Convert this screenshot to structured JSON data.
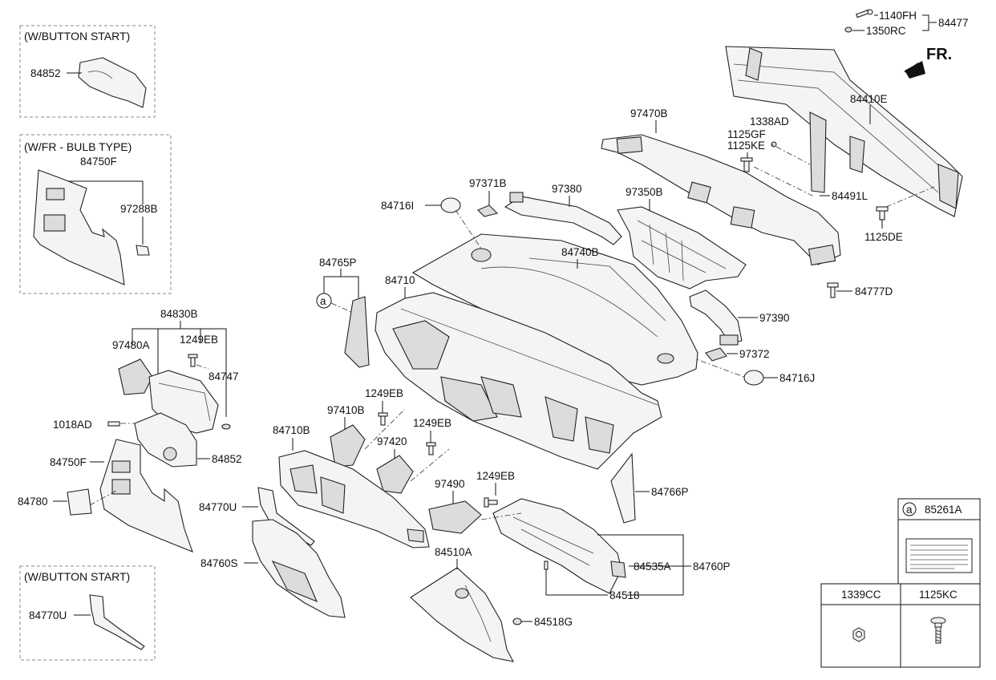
{
  "insets": {
    "button_start_top": {
      "title": "(W/BUTTON START)",
      "part": "84852"
    },
    "fr_bulb_type": {
      "title": "(W/FR - BULB TYPE)",
      "part_main": "84750F",
      "part_sub": "97288B"
    },
    "button_start_bottom": {
      "title": "(W/BUTTON START)",
      "part": "84770U"
    }
  },
  "direction": {
    "label": "FR."
  },
  "callouts": {
    "p1140FH": "1140FH",
    "p1350RC": "1350RC",
    "p84477": "84477",
    "p84410E": "84410E",
    "p97470B": "97470B",
    "p1338AD": "1338AD",
    "p1125GF": "1125GF",
    "p1125KE": "1125KE",
    "p84491L": "84491L",
    "p1125DE": "1125DE",
    "p97371B": "97371B",
    "p97380": "97380",
    "p97350B": "97350B",
    "p84716I": "84716I",
    "p84740B": "84740B",
    "p84777D": "84777D",
    "p84765P": "84765P",
    "p84710": "84710",
    "p97390": "97390",
    "p97372": "97372",
    "p84716J": "84716J",
    "p84830B": "84830B",
    "p97480A": "97480A",
    "p1249EB_a": "1249EB",
    "p84747": "84747",
    "p1018AD": "1018AD",
    "p84852": "84852",
    "p84750F": "84750F",
    "p84780": "84780",
    "p1249EB_b": "1249EB",
    "p97410B": "97410B",
    "p84710B": "84710B",
    "p1249EB_c": "1249EB",
    "p97420": "97420",
    "p84766P": "84766P",
    "p97490": "97490",
    "p1249EB_d": "1249EB",
    "p84770U": "84770U",
    "p84760S": "84760S",
    "p84535A": "84535A",
    "p84760P": "84760P",
    "p84510A": "84510A",
    "p84518": "84518",
    "p84518G": "84518G"
  },
  "ref_marker": "a",
  "parts_table": {
    "label_entry": {
      "marker": "a",
      "code": "85261A"
    },
    "headers": [
      "1339CC",
      "1125KC"
    ]
  }
}
